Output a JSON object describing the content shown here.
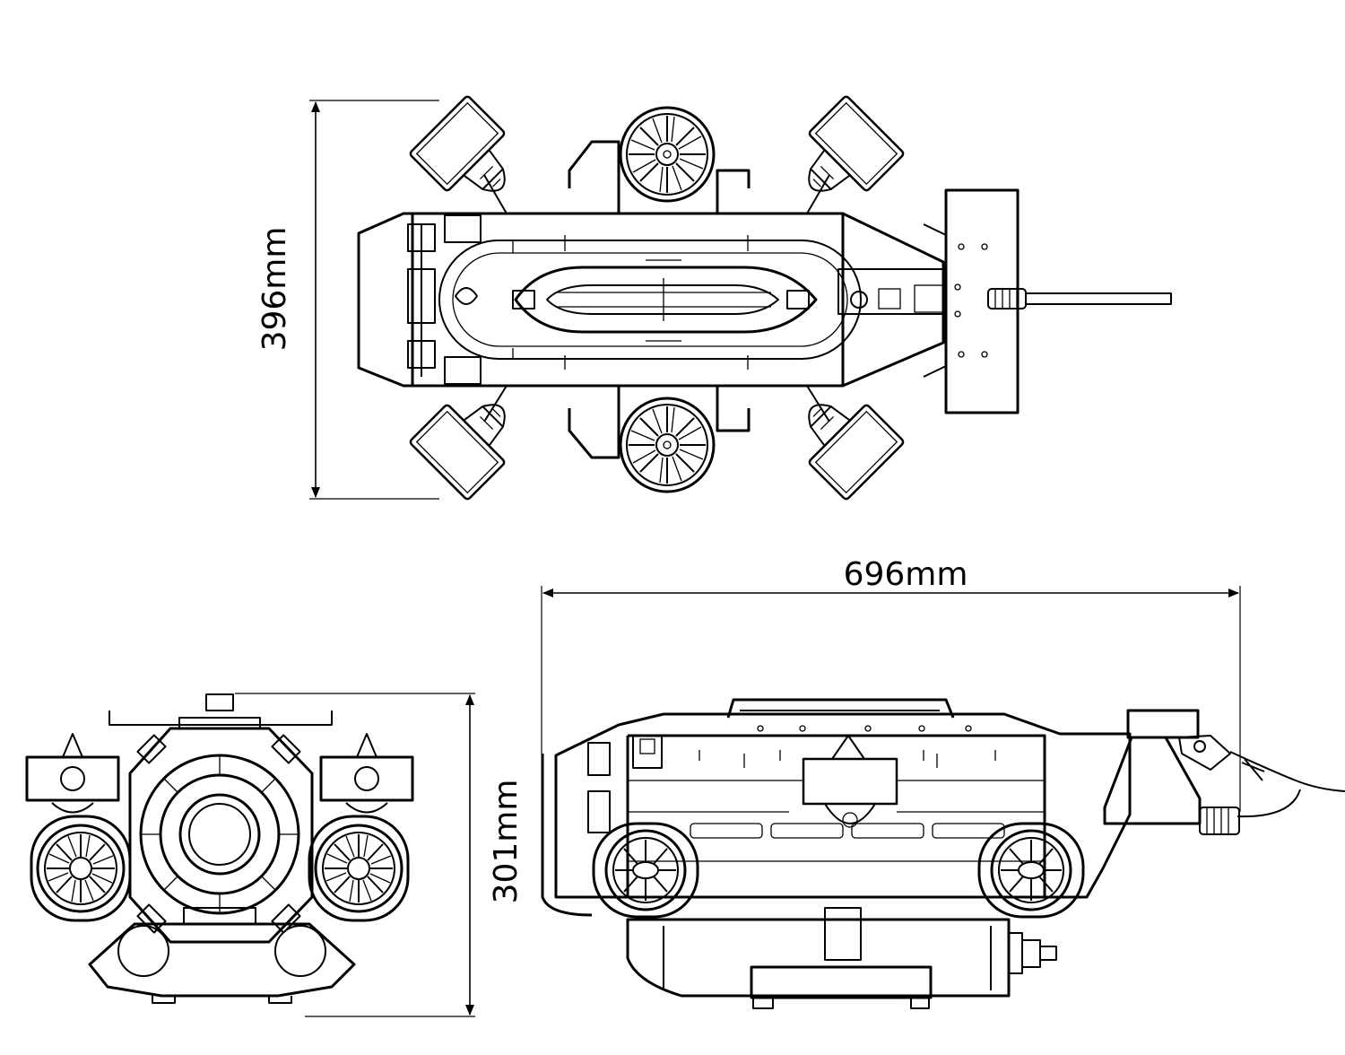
{
  "dimensions": {
    "height_top_view": "396mm",
    "length_side_view": "696mm",
    "height_front_view": "301mm"
  }
}
